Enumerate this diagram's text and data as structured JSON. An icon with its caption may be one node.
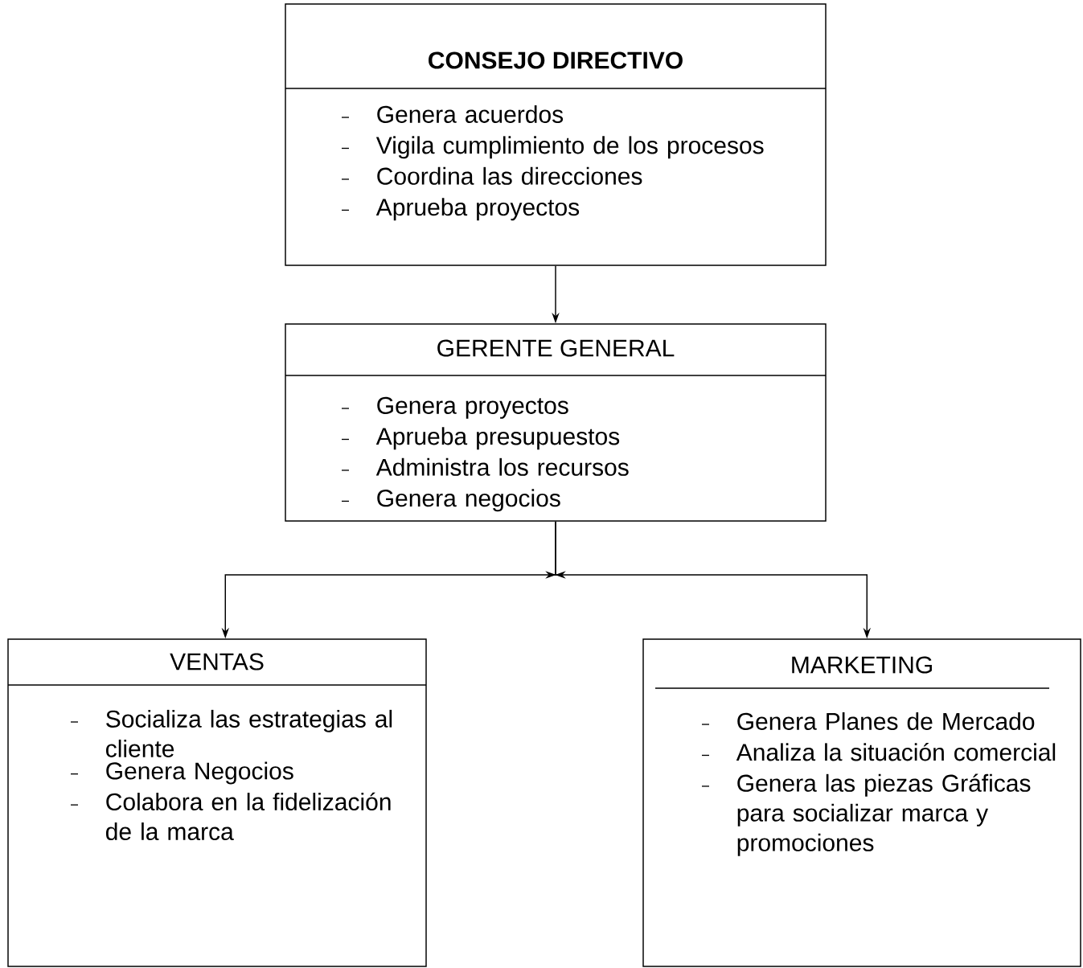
{
  "diagram": {
    "nodes": [
      {
        "text": [
          "CONSEJO DIRECTIVO",
          "Genera acuerdos",
          "Vigila cumplimiento de los procesos",
          "Coordina las direcciones",
          "Aprueba proyectos"
        ]
      },
      {
        "text": [
          "GERENTE GENERAL",
          "Genera proyectos",
          "Aprueba presupuestos",
          "Administra los recursos",
          "Genera negocios"
        ]
      },
      {
        "text": [
          "VENTAS",
          "Socializa las estrategias al cliente",
          "Genera Negocios",
          "Colabora en la fidelización de la marca"
        ]
      },
      {
        "text": [
          "MARKETING",
          "Genera Planes de Mercado",
          "Analiza la situación comercial",
          "Genera las piezas Gráficas para socializar marca y promociones"
        ]
      }
    ],
    "edges": [
      {
        "from": 0,
        "to": 1,
        "arrow": "to"
      },
      {
        "from": 1,
        "to": 2,
        "arrow": "to"
      },
      {
        "from": 1,
        "to": 3,
        "arrow": "to"
      }
    ]
  }
}
